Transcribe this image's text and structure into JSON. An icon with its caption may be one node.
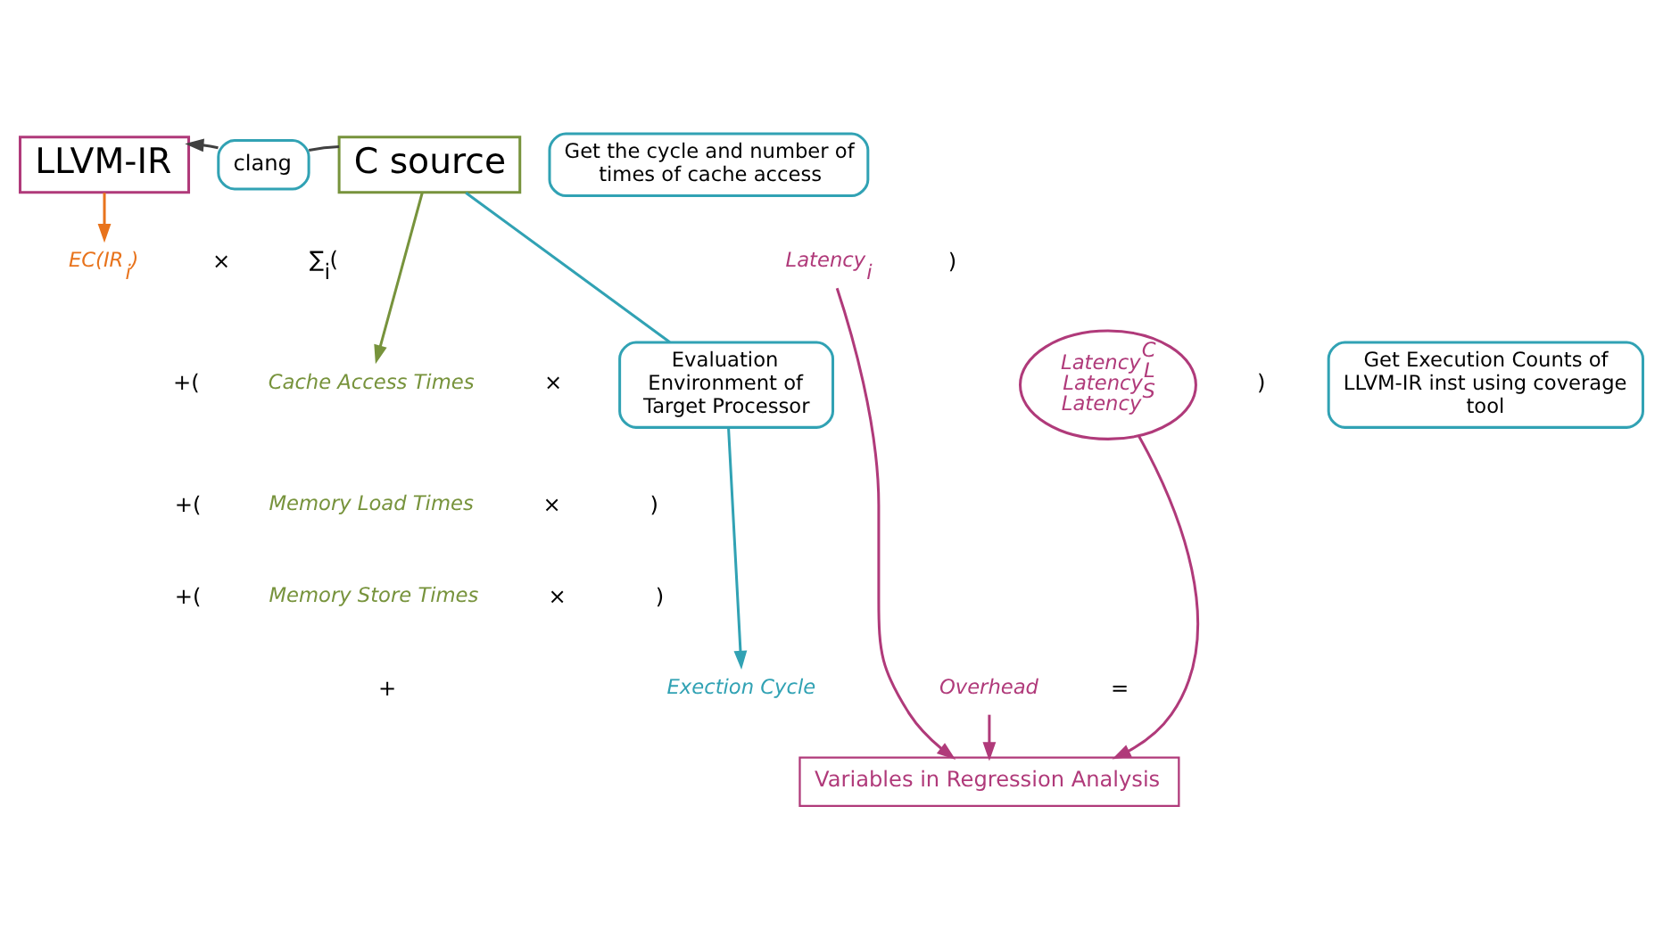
{
  "diagram": {
    "nodes": [
      {
        "text": [
          "LLVM-IR"
        ]
      },
      {
        "text": [
          "clang"
        ]
      },
      {
        "text": [
          "C source"
        ]
      },
      {
        "text": [
          "Get Execution Counts of LLVM-IR inst using coverage tool"
        ]
      },
      {
        "text": [
          "Evaluation Environment of Target Processor"
        ]
      },
      {
        "text": [
          "Get the cycle and number of times of cache access"
        ]
      },
      {
        "text": [
          "EC(IR$_{i}$)"
        ]
      },
      {
        "text": [
          "Latency$_{i}$"
        ]
      },
      {
        "text": [
          "Cache Access Times"
        ]
      },
      {
        "text": [
          "Latency$^{C}$",
          "Latency$^{L}$",
          "Latency$^{S}$"
        ]
      },
      {
        "text": [
          "Memory Load Times"
        ]
      },
      {
        "text": [
          "Memory Store Times"
        ]
      },
      {
        "text": [
          "Overhead"
        ]
      },
      {
        "text": [
          "Exection Cycle"
        ]
      },
      {
        "text": [
          "Variables in Regression Analysis"
        ]
      }
    ],
    "edges": [
      {
        "from": 2,
        "to": 1,
        "arrow": "none",
        "color": "#404040"
      },
      {
        "from": 1,
        "to": 0,
        "arrow": "to",
        "color": "#404040"
      },
      {
        "from": 0,
        "to": 6,
        "arrow": "to",
        "color": "#e8731c"
      },
      {
        "from": 2,
        "to": 8,
        "arrow": "to",
        "color": "#77933c"
      },
      {
        "from": 2,
        "to": 4,
        "arrow": "none",
        "color": "#31a2b4"
      },
      {
        "from": 4,
        "to": 13,
        "arrow": "to",
        "color": "#31a2b4"
      },
      {
        "from": 7,
        "to": 14,
        "arrow": "to"
      },
      {
        "from": 12,
        "to": 14,
        "arrow": "to"
      },
      {
        "from": 9,
        "to": 14,
        "arrow": "to"
      }
    ],
    "labels": [
      "∑$_{i}$(",
      "×",
      ")",
      "+(",
      "×",
      ")",
      "+(",
      "×",
      ")",
      "+(",
      "×",
      ")",
      "+",
      "="
    ]
  }
}
